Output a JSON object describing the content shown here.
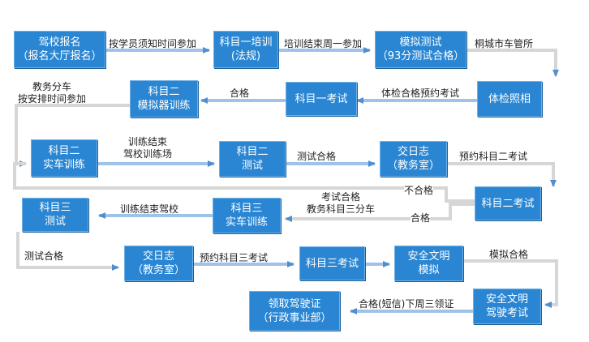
{
  "nodes": {
    "apply": [
      "驾校报名",
      "（报名大厅报名）"
    ],
    "subject1_training": [
      "科目一培训",
      "(法规)"
    ],
    "mock_test": [
      "模拟测试",
      "（93分测试合格）"
    ],
    "physical_exam": [
      "体检照相"
    ],
    "subject1_exam": [
      "科目一考试"
    ],
    "subject2_simulator": [
      "科目二",
      "模拟器训练"
    ],
    "subject2_training": [
      "科目二",
      "实车训练"
    ],
    "subject2_test": [
      "科目二",
      "测试"
    ],
    "log_book_1": [
      "交日志",
      "（教务室）"
    ],
    "subject2_exam": [
      "科目二考试"
    ],
    "subject3_training": [
      "科目三",
      "实车训练"
    ],
    "subject3_test": [
      "科目三",
      "测试"
    ],
    "log_book_2": [
      "交日志",
      "（教务室）"
    ],
    "subject3_exam": [
      "科目三考试"
    ],
    "safety_simulated": [
      "安全文明",
      "模拟"
    ],
    "safety_exam": [
      "安全文明",
      "驾驶考试"
    ],
    "license": [
      "领取驾驶证",
      "（行政事业部）"
    ]
  },
  "edge_labels": {
    "apply_to_s1": "按学员须知时间参加",
    "s1_to_mock": "培训结束周一参加",
    "mock_to_exam": "桐城市车管所",
    "exam_to_s1exam": "体检合格预约考试",
    "s1exam_to_sim": "合格",
    "sim_to_s2train": [
      "教务分车",
      "按安排时间参加"
    ],
    "s2train_to_test": [
      "训练结束",
      "驾校训练场"
    ],
    "s2test_to_log": "测试合格",
    "log_to_s2exam": "预约科目二考试",
    "s2exam_fail": "不合格",
    "s2exam_pass": "合格",
    "s2exam_pass_note": [
      "考试合格",
      "教务科目三分车"
    ],
    "s3train_to_test": "训练结束驾校",
    "s3test_to_log": "测试合格",
    "log_to_s3exam": "预约科目三考试",
    "s3exam_to_safety": "模拟合格",
    "safety_to_license": "合格(短信)下周三领证"
  },
  "colors": {
    "box": "#2a86d2",
    "arrow": "#4f8fd0",
    "loop_line": "#b8b8b8"
  }
}
